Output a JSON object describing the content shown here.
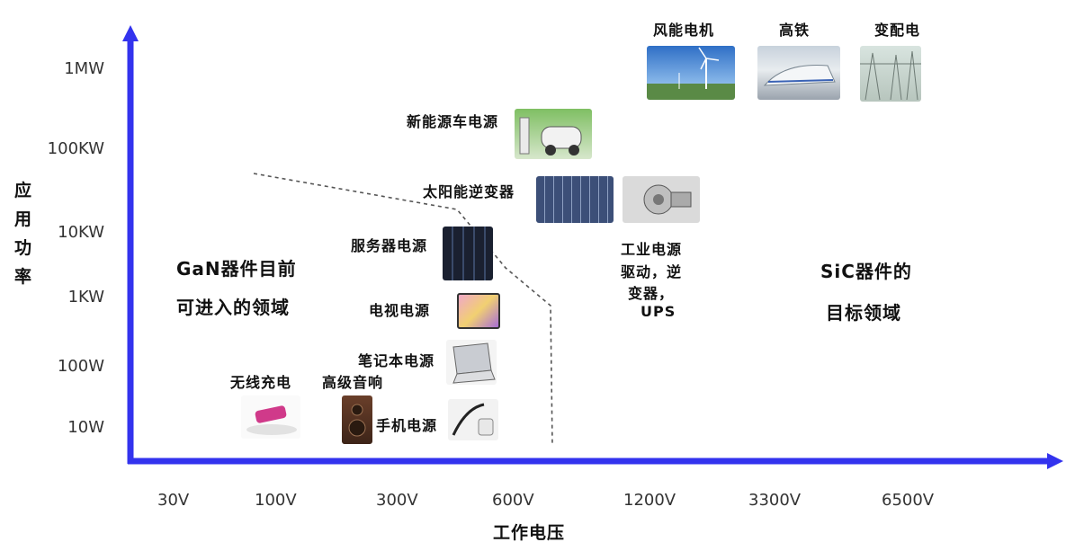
{
  "axes": {
    "y_title": [
      "应",
      "用",
      "功",
      "率"
    ],
    "x_title": "工作电压",
    "y_ticks": [
      "1MW",
      "100KW",
      "10KW",
      "1KW",
      "100W",
      "10W"
    ],
    "x_ticks": [
      "30V",
      "100V",
      "300V",
      "600V",
      "1200V",
      "3300V",
      "6500V"
    ],
    "axis_color": "#3333ee"
  },
  "regions": {
    "gan_line1": "GaN器件目前",
    "gan_line2": "可进入的领域",
    "sic_line1": "SiC器件的",
    "sic_line2": "目标领域"
  },
  "applications": {
    "wind": "风能电机",
    "rail": "高铁",
    "substation": "变配电",
    "ev": "新能源车电源",
    "solar": "太阳能逆变器",
    "server": "服务器电源",
    "tv": "电视电源",
    "laptop": "笔记本电源",
    "wireless": "无线充电",
    "audio": "高级音响",
    "phone": "手机电源",
    "industrial_1": "工业电源",
    "industrial_2": "驱动，逆",
    "industrial_3": "变器，",
    "industrial_4": "UPS"
  }
}
